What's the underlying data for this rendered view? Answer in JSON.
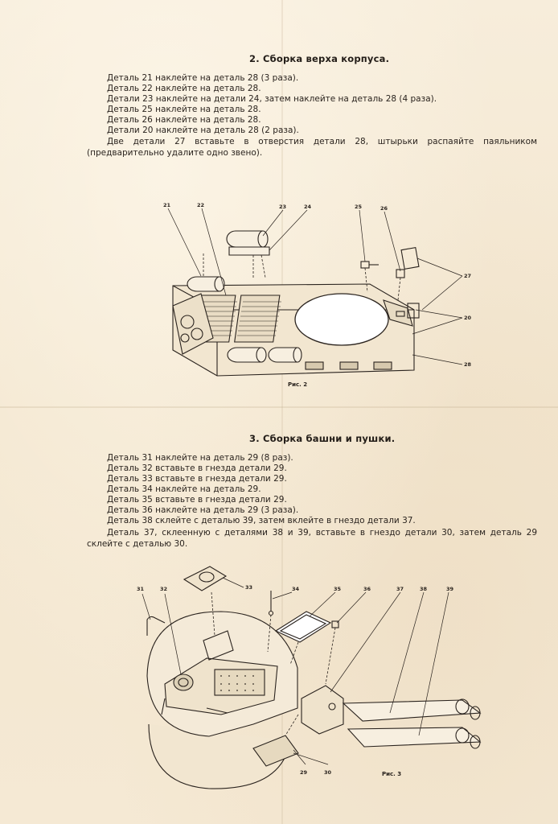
{
  "section2": {
    "heading": "2. Сборка верха корпуса.",
    "lines": [
      "Деталь 21 наклейте на деталь 28 (3 раза).",
      "Деталь 22 наклейте на деталь 28.",
      "Детали 23 наклейте на детали 24, затем наклейте на деталь 28 (4 раза).",
      "Деталь 25 наклейте на деталь 28.",
      "Деталь 26 наклейте на деталь 28.",
      "Детали 20 наклейте на деталь 28 (2 раза)."
    ],
    "paragraph": "Две детали 27 вставьте в отверстия детали 28, штырьки распаяйте паяльником (предварительно удалите одно звено).",
    "figure_caption": "Рис. 2",
    "figure_labels": {
      "l21": "21",
      "l22": "22",
      "l23": "23",
      "l24": "24",
      "l25": "25",
      "l26": "26",
      "l27": "27",
      "l20": "20",
      "l28": "28"
    }
  },
  "section3": {
    "heading": "3. Сборка башни и пушки.",
    "lines": [
      "Деталь 31 наклейте на деталь 29 (8 раз).",
      "Деталь 32 вставьте в гнезда детали 29.",
      "Деталь 33 вставьте в гнезда детали 29.",
      "Деталь 34 наклейте на деталь 29.",
      "Деталь 35 вставьте в гнезда детали 29.",
      "Деталь 36 наклейте на деталь 29 (3 раза).",
      "Деталь 38 склейте с деталью 39, затем вклейте в гнездо детали 37."
    ],
    "paragraph": "Деталь 37, склеенную с деталями 38 и 39, вставьте в гнездо детали 30, затем деталь 29 склейте с деталью 30.",
    "figure_caption": "Рис. 3",
    "figure_labels": {
      "l31": "31",
      "l32": "32",
      "l33": "33",
      "l34": "34",
      "l35": "35",
      "l36": "36",
      "l37": "37",
      "l38": "38",
      "l39": "39",
      "l29": "29",
      "l30": "30"
    }
  }
}
